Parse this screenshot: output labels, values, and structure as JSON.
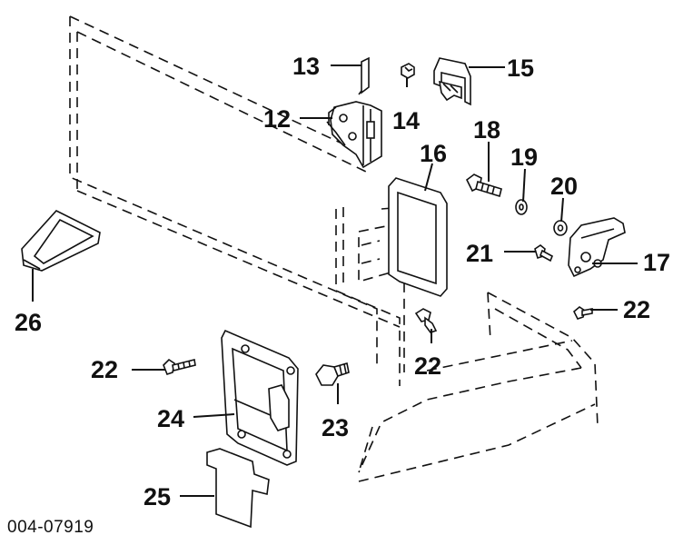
{
  "diagram": {
    "figure_code": "004-07919",
    "callouts": {
      "c12": "12",
      "c13": "13",
      "c14": "14",
      "c15": "15",
      "c16": "16",
      "c17": "17",
      "c18": "18",
      "c19": "19",
      "c20": "20",
      "c21": "21",
      "c22a": "22",
      "c22b": "22",
      "c22c": "22",
      "c23": "23",
      "c24": "24",
      "c25": "25",
      "c26": "26"
    }
  }
}
